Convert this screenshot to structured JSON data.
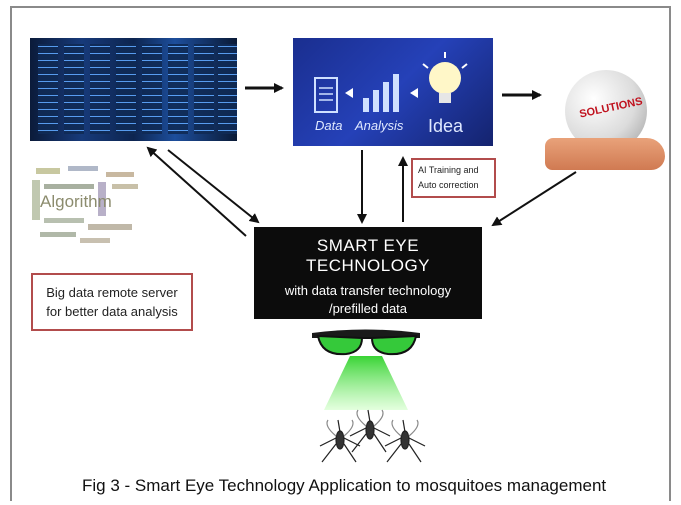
{
  "analytics_panel": {
    "data_label": "Data",
    "analysis_label": "Analysis",
    "idea_label": "Idea"
  },
  "solutions_panel": {
    "text": "SOLUTIONS"
  },
  "word_cloud": {
    "main_word": "Algorithm"
  },
  "ai_box": {
    "line1": "AI Training  and",
    "line2": "Auto correction"
  },
  "bigdata_box": {
    "line1": "Big data remote server",
    "line2": "for  better data analysis"
  },
  "smart_box": {
    "title": "SMART  EYE  TECHNOLOGY",
    "line1": "with data transfer technology",
    "line2": "/prefilled data"
  },
  "caption": "Fig 3 -  Smart Eye Technology Application to mosquitoes management",
  "colors": {
    "box_border": "#b24c4c",
    "smart_box_bg": "#0c0c0c",
    "glasses_lens": "#35c93a",
    "beam": "#7dff6e"
  },
  "icons": [
    "server-room-image",
    "analytics-image",
    "lightbulb-icon",
    "solutions-sphere-image",
    "hand-icon",
    "word-cloud-image",
    "smart-glasses-icon",
    "mosquito-icon"
  ]
}
